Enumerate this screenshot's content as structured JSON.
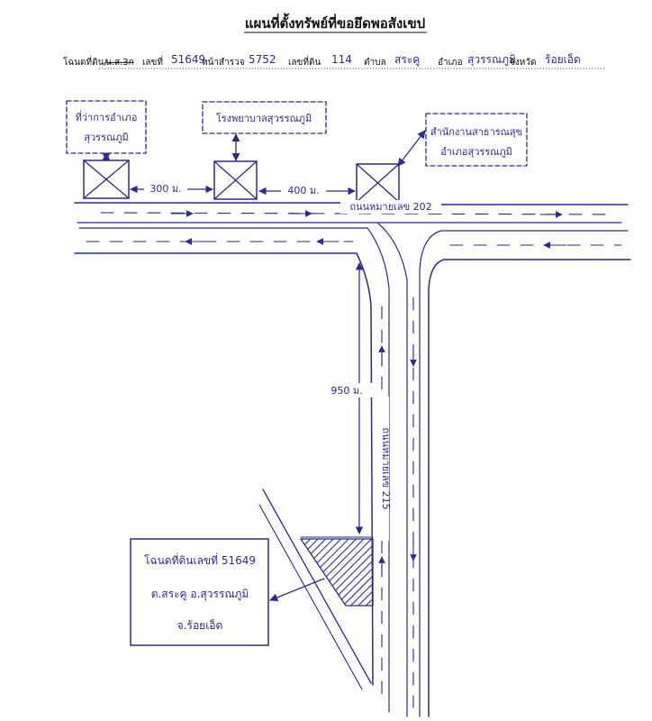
{
  "title": "แผนที่ตั้งทรัพย์ที่ขอยึดพอสังเขป",
  "header": {
    "deed_prefix": "โฉนดที่ดิน/",
    "deed_struck": "น.ส.3ก",
    "no_label": "เลขที่",
    "no_value": "51649",
    "survey_page_label": "หน้าสำรวจ",
    "survey_page_value": "5752",
    "land_no_label": "เลขที่ดิน",
    "land_no_value": "114",
    "subdistrict_label": "ตำบล",
    "subdistrict_value": "สระคู",
    "district_label": "อำเภอ",
    "district_value": "สุวรรณภูมิ",
    "province_label": "จังหวัด",
    "province_value": "ร้อยเอ็ด"
  },
  "landmarks": [
    {
      "line1": "ที่ว่าการอำเภอ",
      "line2": "สุวรรณภูมิ"
    },
    {
      "line1": "โรงพยาบาลสุวรรณภูมิ",
      "line2": ""
    },
    {
      "line1": "สำนักงานสาธารณสุข",
      "line2": "อำเภอสุวรรณภูมิ"
    }
  ],
  "distances": {
    "d1": "300 ม.",
    "d2": "400 ม.",
    "d3": "950 ม."
  },
  "roads": {
    "main": "ถนนหมายเลข 202",
    "side": "ถนนหมายเลข 215"
  },
  "parcel": {
    "line1": "โฉนดที่ดินเลขที่ 51649",
    "line2": "ต.สระคู อ.สุวรรณภูมิ",
    "line3": "จ.ร้อยเอ็ด"
  },
  "colors": {
    "ink": "#2b2a8f",
    "print": "#111111"
  }
}
